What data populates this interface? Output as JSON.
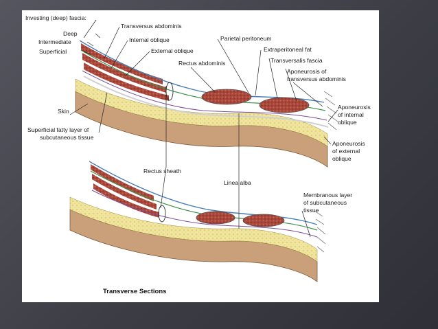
{
  "slide": {
    "background_color": "#45464e",
    "figure_background": "#ffffff"
  },
  "diagram": {
    "caption": "Transverse Sections",
    "labels": {
      "investing_fascia": "Investing (deep) fascia:",
      "deep": "Deep",
      "intermediate": "Intermediate",
      "superficial": "Superficial",
      "transversus": "Transversus abdominis",
      "internal_oblique": "Internal oblique",
      "external_oblique": "External oblique",
      "parietal_peritoneum": "Parietal peritoneum",
      "extraperitoneal_fat": "Extraperitoneal fat",
      "rectus_abdominis": "Rectus abdominis",
      "transversalis_fascia": "Transversalis fascia",
      "apon_transversus_1": "Aponeurosis of",
      "apon_transversus_2": "transversus abdominis",
      "apon_internal_1": "Aponeurosis",
      "apon_internal_2": "of internal",
      "apon_internal_3": "oblique",
      "skin": "Skin",
      "fatty_layer_1": "Superficial fatty layer of",
      "fatty_layer_2": "subcutaneous tissue",
      "apon_external_1": "Aponeurosis",
      "apon_external_2": "of external",
      "apon_external_3": "oblique",
      "rectus_sheath": "Rectus sheath",
      "linea_alba": "Linea alba",
      "membranous_1": "Membranous layer",
      "membranous_2": "of subcutaneous",
      "membranous_3": "tissue"
    },
    "colors": {
      "skin_side": "#c9a07a",
      "skin_top": "#e8c9a2",
      "fat": "#f1e6a0",
      "muscle": "#a8463a",
      "fascia_blue": "#4a7fb5",
      "fascia_green": "#3f8f4a",
      "peritoneum": "#d8d8d8"
    }
  }
}
